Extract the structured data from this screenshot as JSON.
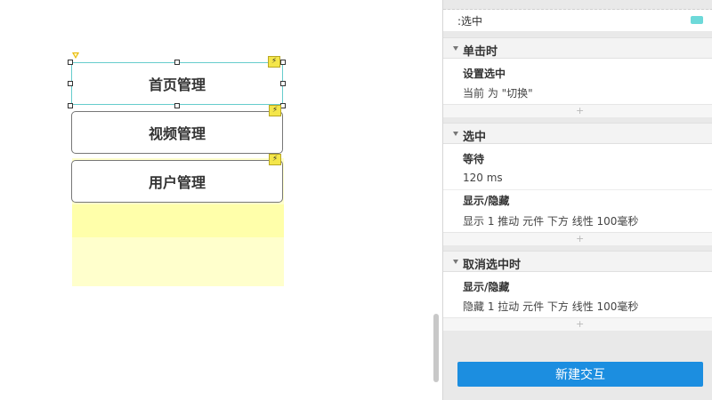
{
  "canvas": {
    "buttons": [
      {
        "label": "首页管理"
      },
      {
        "label": "视频管理"
      },
      {
        "label": "用户管理"
      }
    ],
    "icons": {
      "interaction": "lightning-bolt-icon",
      "marker": "triangle-flag-icon"
    },
    "colors": {
      "selection": "#66cccc",
      "dynamic_panel": "#ffffcc",
      "bolt": "#f4e64a"
    }
  },
  "panel": {
    "case_label": ":选中",
    "case_color": "#6dd9d9",
    "sections": [
      {
        "title": "单击时",
        "actions": [
          {
            "title": "设置选中",
            "detail": "当前 为 \"切换\""
          }
        ],
        "add": "+"
      },
      {
        "title": "选中",
        "actions": [
          {
            "title": "等待",
            "detail": "120 ms"
          },
          {
            "title": "显示/隐藏",
            "detail": "显示 1  推动 元件 下方 线性 100毫秒"
          }
        ],
        "add": "+"
      },
      {
        "title": "取消选中时",
        "actions": [
          {
            "title": "显示/隐藏",
            "detail": "隐藏 1  拉动 元件 下方 线性 100毫秒"
          }
        ],
        "add": "+"
      }
    ],
    "new_interaction": "新建交互",
    "accent": "#1c8ee0"
  }
}
